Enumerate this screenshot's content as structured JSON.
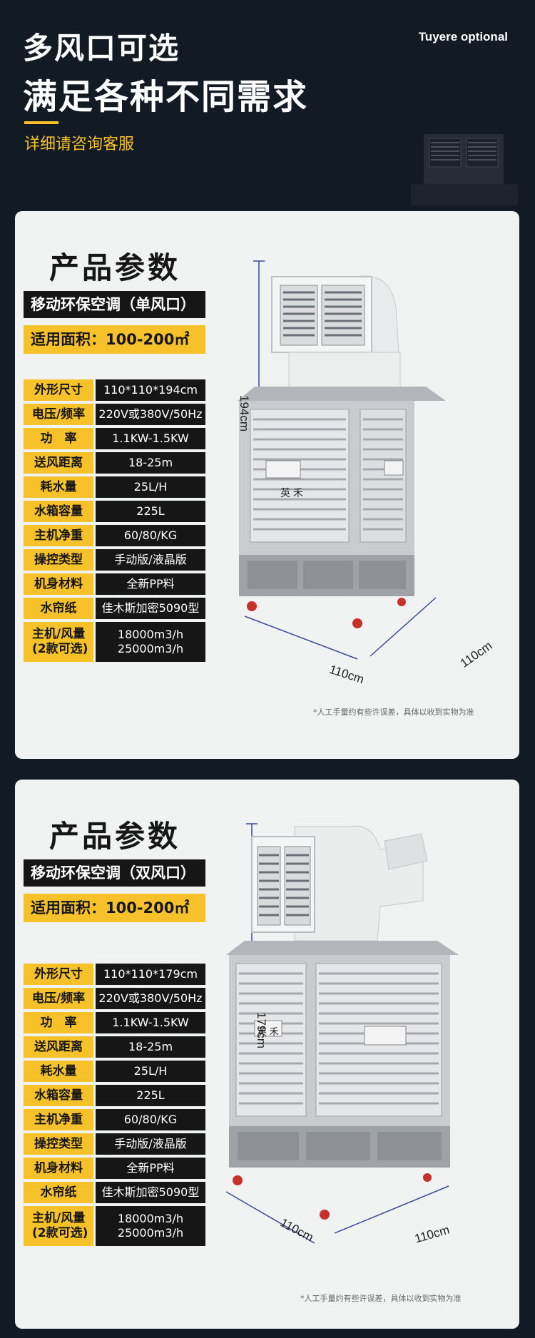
{
  "hero": {
    "title_line1": "多风口可选",
    "title_line2": "满足各种不同需求",
    "subtitle": "详细请咨询客服",
    "english_label": "Tuyere optional"
  },
  "products": [
    {
      "section_title": "产品参数",
      "model": "移动环保空调（单风口）",
      "area": "适用面积：100-200㎡",
      "specs": [
        {
          "label": "外形尺寸",
          "value": "110*110*194cm"
        },
        {
          "label": "电压/频率",
          "value": "220V或380V/50Hz"
        },
        {
          "label": "功　率",
          "value": "1.1KW-1.5KW"
        },
        {
          "label": "送风距离",
          "value": "18-25m"
        },
        {
          "label": "耗水量",
          "value": "25L/H"
        },
        {
          "label": "水箱容量",
          "value": "225L"
        },
        {
          "label": "主机净重",
          "value": "60/80/KG"
        },
        {
          "label": "操控类型",
          "value": "手动版/液晶版"
        },
        {
          "label": "机身材料",
          "value": "全新PP料"
        },
        {
          "label": "水帘纸",
          "value": "佳木斯加密5090型"
        },
        {
          "label": "主机/风量\n(2款可选)",
          "value": "18000m3/h\n25000m3/h"
        }
      ],
      "height_dim": "194cm",
      "width_dim": "110cm",
      "depth_dim": "110cm",
      "brand_mark": "英 禾",
      "note": "*人工手量约有些许误差，具体以收到实物为准"
    },
    {
      "section_title": "产品参数",
      "model": "移动环保空调（双风口）",
      "area": "适用面积：100-200㎡",
      "specs": [
        {
          "label": "外形尺寸",
          "value": "110*110*179cm"
        },
        {
          "label": "电压/频率",
          "value": "220V或380V/50Hz"
        },
        {
          "label": "功　率",
          "value": "1.1KW-1.5KW"
        },
        {
          "label": "送风距离",
          "value": "18-25m"
        },
        {
          "label": "耗水量",
          "value": "25L/H"
        },
        {
          "label": "水箱容量",
          "value": "225L"
        },
        {
          "label": "主机净重",
          "value": "60/80/KG"
        },
        {
          "label": "操控类型",
          "value": "手动版/液晶版"
        },
        {
          "label": "机身材料",
          "value": "全新PP料"
        },
        {
          "label": "水帘纸",
          "value": "佳木斯加密5090型"
        },
        {
          "label": "主机/风量\n(2款可选)",
          "value": "18000m3/h\n25000m3/h"
        }
      ],
      "height_dim": "179cm",
      "width_dim": "110cm",
      "depth_dim": "110cm",
      "brand_mark": "英 禾",
      "note": "*人工手量约有些许误差，具体以收到实物为准"
    }
  ],
  "colors": {
    "background": "#121a24",
    "accent": "#f7c12a",
    "card": "#f1f2f2",
    "label_dark": "#161616"
  }
}
